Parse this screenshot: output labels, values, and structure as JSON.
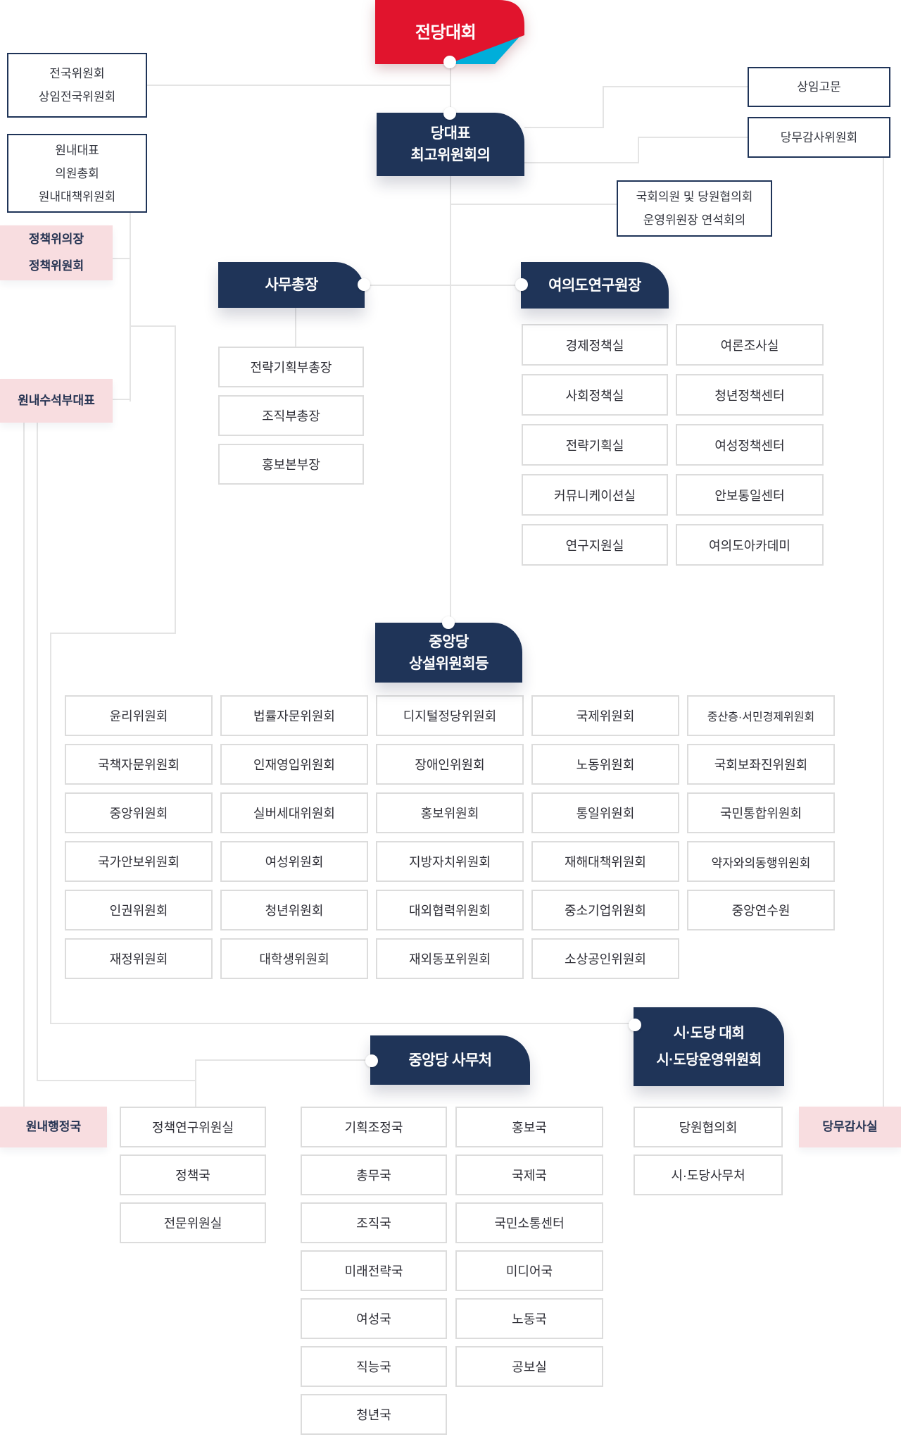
{
  "convention": {
    "title": "전당대회"
  },
  "leftcol": {
    "national": [
      "전국위원회",
      "상임전국위원회"
    ],
    "floor": [
      "원내대표",
      "의원총회",
      "원내대책위원회"
    ],
    "policy": [
      "정책위의장",
      "정책위원회"
    ],
    "deputy_floor": "원내수석부대표",
    "floor_admin": "원내행정국"
  },
  "leader": {
    "lines": [
      "당대표",
      "최고위원회의"
    ]
  },
  "rightcol": {
    "advisor": "상임고문",
    "audit": "당무감사위원회",
    "joint": [
      "국회의원 및 당원협의회",
      "운영위원장 연석회의"
    ],
    "audit_office": "당무감사실"
  },
  "sg": {
    "title": "사무총장",
    "subs": [
      "전략기획부총장",
      "조직부총장",
      "홍보본부장"
    ]
  },
  "yeouido": {
    "title": "여의도연구원장",
    "left": [
      "경제정책실",
      "사회정책실",
      "전략기획실",
      "커뮤니케이션실",
      "연구지원실"
    ],
    "right": [
      "여론조사실",
      "청년정책센터",
      "여성정책센터",
      "안보통일센터",
      "여의도아카데미"
    ]
  },
  "standing": {
    "title": [
      "중앙당",
      "상설위원회등"
    ],
    "rows": [
      [
        "윤리위원회",
        "법률자문위원회",
        "디지털정당위원회",
        "국제위원회",
        "중산층·서민경제위원회"
      ],
      [
        "국책자문위원회",
        "인재영입위원회",
        "장애인위원회",
        "노동위원회",
        "국회보좌진위원회"
      ],
      [
        "중앙위원회",
        "실버세대위원회",
        "홍보위원회",
        "통일위원회",
        "국민통합위원회"
      ],
      [
        "국가안보위원회",
        "여성위원회",
        "지방자치위원회",
        "재해대책위원회",
        "약자와의동행위원회"
      ],
      [
        "인권위원회",
        "청년위원회",
        "대외협력위원회",
        "중소기업위원회",
        "중앙연수원"
      ],
      [
        "재정위원회",
        "대학생위원회",
        "재외동포위원회",
        "소상공인위원회"
      ]
    ]
  },
  "hq": {
    "title": "중앙당 사무처",
    "col_a": [
      "정책연구위원실",
      "정책국",
      "전문위원실"
    ],
    "col_b": [
      "기획조정국",
      "총무국",
      "조직국",
      "미래전략국",
      "여성국",
      "직능국",
      "청년국"
    ],
    "col_c": [
      "홍보국",
      "국제국",
      "국민소통센터",
      "미디어국",
      "노동국",
      "공보실"
    ]
  },
  "sido": {
    "title": [
      "시·도당 대회",
      "시·도당운영위원회"
    ],
    "subs": [
      "당원협의회",
      "시·도당사무처"
    ]
  },
  "colors": {
    "red": "#e1142d",
    "cyan": "#00aeda",
    "navy": "#1f3458",
    "pink": "#f8dde0",
    "line": "#e4e4e4"
  }
}
